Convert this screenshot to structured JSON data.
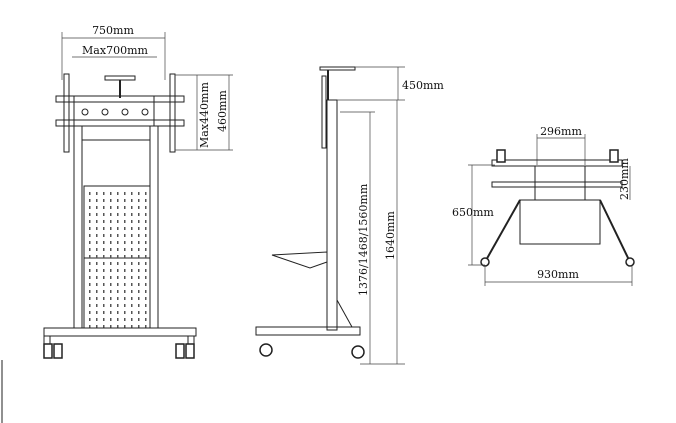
{
  "front_view": {
    "overall_width": "750mm",
    "max_vesa_width": "Max700mm",
    "max_vesa_height": "Max440mm",
    "bracket_height": "460mm"
  },
  "side_view": {
    "top_shelf_offset": "450mm",
    "adjustable_height": "1376/1468/1560mm",
    "total_height": "1640mm"
  },
  "top_view": {
    "plate_width": "296mm",
    "plate_height": "230mm",
    "depth": "650mm",
    "base_width": "930mm"
  }
}
